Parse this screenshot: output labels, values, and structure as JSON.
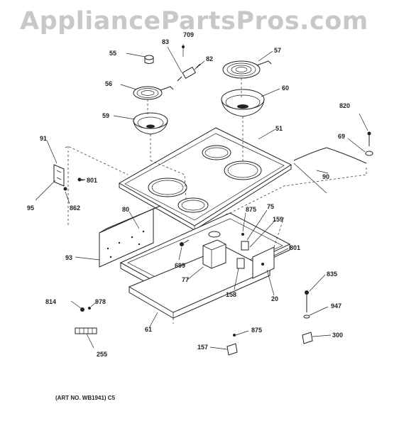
{
  "watermark": "AppliancePartsPros.com",
  "art_number": "(ART NO. WB1941) C5",
  "callouts": {
    "c51": "51",
    "c55": "55",
    "c56": "56",
    "c57": "57",
    "c59": "59",
    "c60": "60",
    "c61": "61",
    "c69": "69",
    "c75": "75",
    "c77": "77",
    "c80": "80",
    "c82": "82",
    "c83": "83",
    "c90": "90",
    "c91": "91",
    "c93": "93",
    "c95": "95",
    "c20": "20",
    "c157": "157",
    "c158": "158",
    "c159": "159",
    "c255": "255",
    "c300": "300",
    "c699": "699",
    "c709": "709",
    "c801a": "801",
    "c801b": "801",
    "c814": "814",
    "c820": "820",
    "c835": "835",
    "c862": "862",
    "c875a": "875",
    "c875b": "875",
    "c947": "947",
    "c978": "978"
  }
}
